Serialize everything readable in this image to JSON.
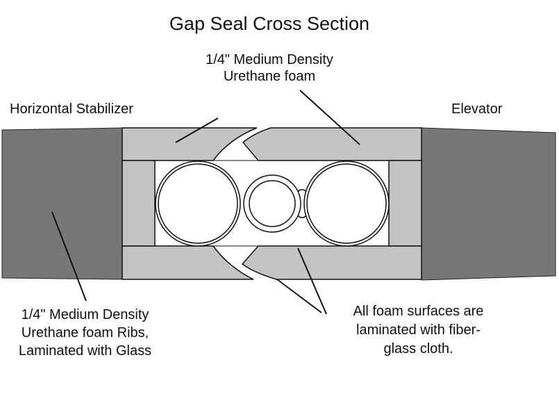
{
  "title": "Gap Seal Cross Section",
  "labels": {
    "top_foam": [
      "1/4\" Medium Density",
      "Urethane foam"
    ],
    "stabilizer": "Horizontal Stabilizer",
    "elevator": "Elevator",
    "ribs": [
      "1/4\" Medium Density",
      "Urethane foam Ribs,",
      "Laminated with Glass"
    ],
    "laminate": [
      "All foam surfaces are",
      "laminated with fiber-",
      "glass cloth."
    ]
  },
  "colors": {
    "structure": "#777777",
    "foam": "#c4c4c4",
    "outline": "#111111"
  }
}
